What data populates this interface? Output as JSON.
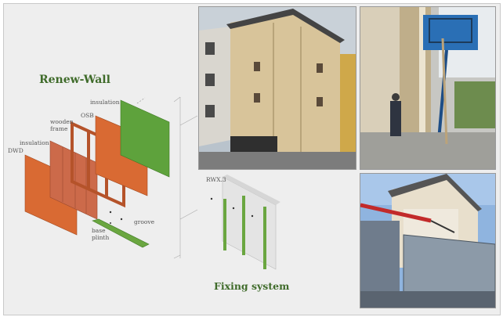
{
  "titles": {
    "renew_wall": "Renew-Wall",
    "fixing_system": "Fixing system"
  },
  "labels": {
    "insulation_top": "insulation",
    "osb": "OSB",
    "wooden_frame": "wooden\nframe",
    "insulation_left": "insulation",
    "dwd": "DWD",
    "groove": "groove",
    "base_plinth": "base\nplinth",
    "rwx3": "RWX.3"
  },
  "colors": {
    "title_green": "#3f6b2a",
    "panel_orange": "#d96a33",
    "panel_green": "#5ea23c",
    "frame_brown": "#b5532a",
    "fixing_green": "#6aa640"
  },
  "photos": [
    {
      "name": "facade-retrofit-photo"
    },
    {
      "name": "lift-installation-photo"
    },
    {
      "name": "crane-panel-photo"
    }
  ]
}
